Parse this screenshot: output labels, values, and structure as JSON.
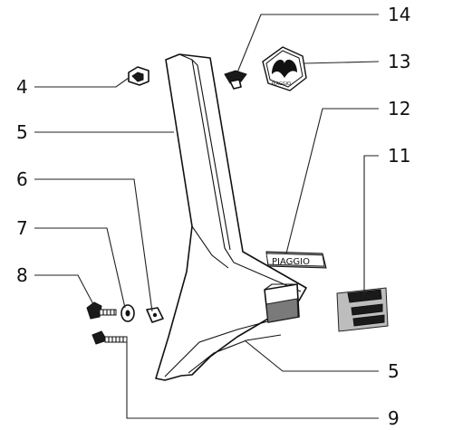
{
  "callouts": {
    "c4": "4",
    "c5_top": "5",
    "c5_bottom": "5",
    "c6": "6",
    "c7": "7",
    "c8": "8",
    "c9": "9",
    "c11": "11",
    "c12": "12",
    "c13": "13",
    "c14": "14"
  },
  "labels": {
    "badge_text": "PIAGGIO",
    "logo_text": "PIAGGIO"
  }
}
